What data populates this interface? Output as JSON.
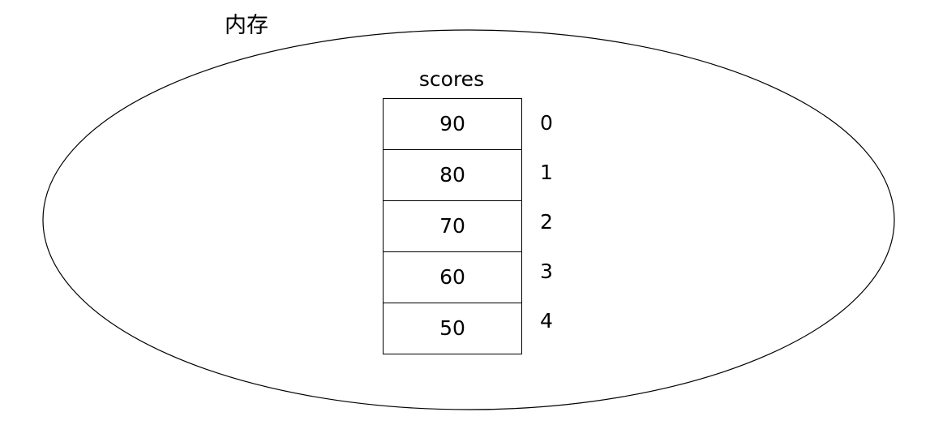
{
  "diagram": {
    "memory_label": "内存",
    "array_name": "scores",
    "rows": [
      {
        "value": "90",
        "index": "0"
      },
      {
        "value": "80",
        "index": "1"
      },
      {
        "value": "70",
        "index": "2"
      },
      {
        "value": "60",
        "index": "3"
      },
      {
        "value": "50",
        "index": "4"
      }
    ],
    "colors": {
      "stroke": "#000000",
      "text": "#000000",
      "background": "#ffffff"
    }
  }
}
